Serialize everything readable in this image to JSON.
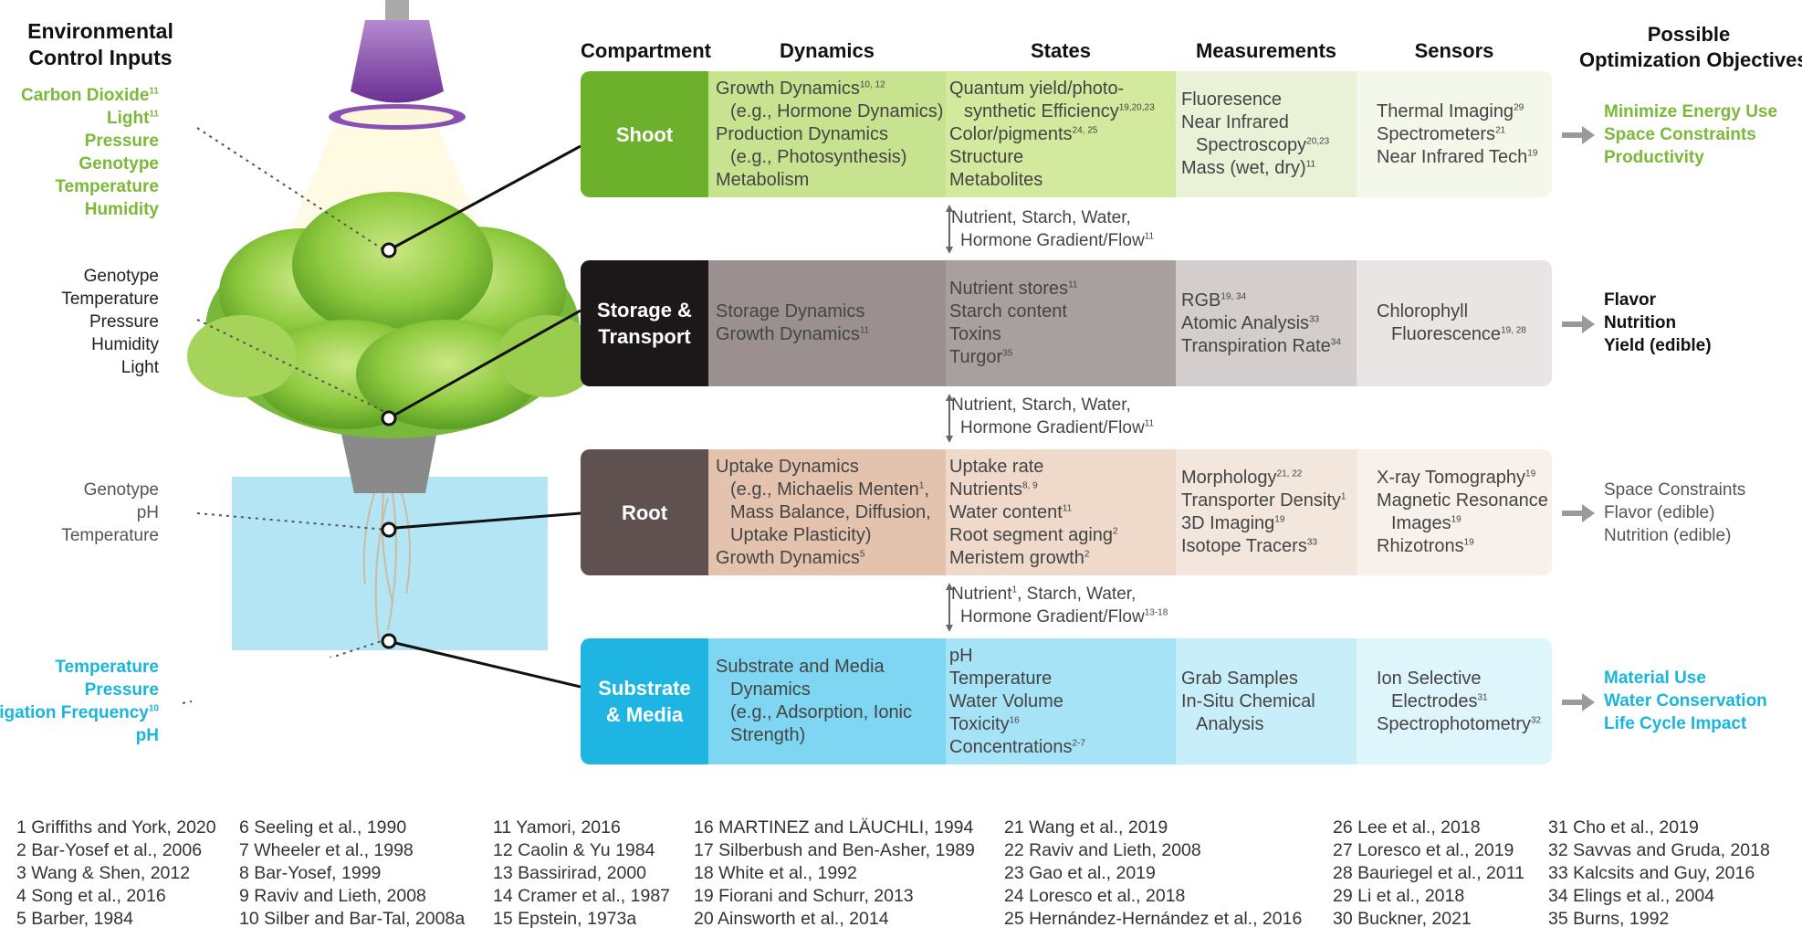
{
  "env": {
    "title": [
      "Environmental",
      "Control Inputs"
    ],
    "shoot_inputs": [
      {
        "t": "Carbon Dioxide",
        "s": "11"
      },
      {
        "t": "Light",
        "s": "11"
      },
      {
        "t": "Pressure",
        "s": ""
      },
      {
        "t": "Genotype",
        "s": ""
      },
      {
        "t": "Temperature",
        "s": ""
      },
      {
        "t": "Humidity",
        "s": ""
      }
    ],
    "storage_inputs": [
      "Genotype",
      "Temperature",
      "Pressure",
      "Humidity",
      "Light"
    ],
    "root_inputs": [
      "Genotype",
      "pH",
      "Temperature"
    ],
    "substrate_inputs": [
      {
        "t": "Temperature",
        "s": ""
      },
      {
        "t": "Pressure",
        "s": ""
      },
      {
        "t": "Irrigation Frequency",
        "s": "10"
      },
      {
        "t": "pH",
        "s": ""
      }
    ]
  },
  "headers": {
    "compartment": "Compartment",
    "dynamics": "Dynamics",
    "states": "States",
    "measurements": "Measurements",
    "sensors": "Sensors",
    "objectives": [
      "Possible",
      "Optimization Objectives"
    ]
  },
  "rows": {
    "shoot": {
      "name": [
        "Shoot"
      ],
      "dyn": [
        {
          "t": "Growth Dynamics",
          "s": "10, 12",
          "i": 0
        },
        {
          "t": "(e.g., Hormone Dynamics)",
          "s": "",
          "i": 1
        },
        {
          "t": "Production Dynamics",
          "s": "",
          "i": 0
        },
        {
          "t": "(e.g., Photosynthesis)",
          "s": "",
          "i": 1
        },
        {
          "t": "Metabolism",
          "s": "",
          "i": 0
        }
      ],
      "states": [
        {
          "t": "Quantum yield/photo-",
          "s": "",
          "i": 0
        },
        {
          "t": "synthetic Efficiency",
          "s": "19,20,23",
          "i": 1
        },
        {
          "t": "Color/pigments",
          "s": "24, 25",
          "i": 0
        },
        {
          "t": "Structure",
          "s": "",
          "i": 0
        },
        {
          "t": "Metabolites",
          "s": "",
          "i": 0
        }
      ],
      "meas": [
        {
          "t": "Fluoresence",
          "s": "",
          "i": 0
        },
        {
          "t": "Near Infrared",
          "s": "",
          "i": 0
        },
        {
          "t": "Spectroscopy",
          "s": "20,23",
          "i": 1
        },
        {
          "t": "Mass (wet, dry)",
          "s": "11",
          "i": 0
        }
      ],
      "sens": [
        {
          "t": "Thermal Imaging",
          "s": "29",
          "i": 0
        },
        {
          "t": "Spectrometers",
          "s": "21",
          "i": 0
        },
        {
          "t": "Near Infrared Tech",
          "s": "19",
          "i": 0
        }
      ],
      "obj": [
        "Minimize Energy Use",
        "Space Constraints",
        "Productivity"
      ]
    },
    "storage": {
      "name": [
        "Storage &",
        "Transport"
      ],
      "dyn": [
        {
          "t": "Storage Dynamics",
          "s": "",
          "i": 0
        },
        {
          "t": "Growth Dynamics",
          "s": "11",
          "i": 0
        }
      ],
      "states": [
        {
          "t": "Nutrient stores",
          "s": "11",
          "i": 0
        },
        {
          "t": "Starch content",
          "s": "",
          "i": 0
        },
        {
          "t": "Toxins",
          "s": "",
          "i": 0
        },
        {
          "t": "Turgor",
          "s": "35",
          "i": 0
        }
      ],
      "meas": [
        {
          "t": "RGB",
          "s": "19, 34",
          "i": 0
        },
        {
          "t": "Atomic Analysis",
          "s": "33",
          "i": 0
        },
        {
          "t": "Transpiration Rate",
          "s": "34",
          "i": 0
        }
      ],
      "sens": [
        {
          "t": "Chlorophyll",
          "s": "",
          "i": 0
        },
        {
          "t": "Fluorescence",
          "s": "19, 28",
          "i": 1
        }
      ],
      "obj": [
        "Flavor",
        "Nutrition",
        "Yield (edible)"
      ]
    },
    "root": {
      "name": [
        "Root"
      ],
      "dyn": [
        {
          "t": "Uptake Dynamics",
          "s": "",
          "i": 0
        },
        {
          "t": "(e.g., Michaelis Menten",
          "s": "1",
          "i": 1,
          "trail": ","
        },
        {
          "t": "Mass Balance, Diffusion,",
          "s": "",
          "i": 1
        },
        {
          "t": "Uptake Plasticity)",
          "s": "",
          "i": 1
        },
        {
          "t": "Growth Dynamics",
          "s": "5",
          "i": 0
        }
      ],
      "states": [
        {
          "t": "Uptake rate",
          "s": "",
          "i": 0
        },
        {
          "t": "Nutrients",
          "s": "8, 9",
          "i": 0
        },
        {
          "t": "Water content",
          "s": "11",
          "i": 0
        },
        {
          "t": "Root segment aging",
          "s": "2",
          "i": 0
        },
        {
          "t": "Meristem growth",
          "s": "2",
          "i": 0
        }
      ],
      "meas": [
        {
          "t": "Morphology",
          "s": "21, 22",
          "i": 0
        },
        {
          "t": "Transporter Density",
          "s": "1",
          "i": 0
        },
        {
          "t": "3D Imaging",
          "s": "19",
          "i": 0
        },
        {
          "t": "Isotope Tracers",
          "s": "33",
          "i": 0
        }
      ],
      "sens": [
        {
          "t": "X-ray Tomography",
          "s": "19",
          "i": 0
        },
        {
          "t": "Magnetic Resonance",
          "s": "",
          "i": 0
        },
        {
          "t": "Images",
          "s": "19",
          "i": 1
        },
        {
          "t": "Rhizotrons",
          "s": "19",
          "i": 0
        }
      ],
      "obj": [
        "Space Constraints",
        "Flavor (edible)",
        "Nutrition (edible)"
      ]
    },
    "substrate": {
      "name": [
        "Substrate",
        "& Media"
      ],
      "dyn": [
        {
          "t": "Substrate and Media",
          "s": "",
          "i": 0
        },
        {
          "t": "Dynamics",
          "s": "",
          "i": 1
        },
        {
          "t": "(e.g., Adsorption, Ionic",
          "s": "",
          "i": 1
        },
        {
          "t": "Strength)",
          "s": "",
          "i": 1
        }
      ],
      "states": [
        {
          "t": "pH",
          "s": "",
          "i": 0
        },
        {
          "t": "Temperature",
          "s": "",
          "i": 0
        },
        {
          "t": "Water Volume",
          "s": "",
          "i": 0
        },
        {
          "t": "Toxicity",
          "s": "16",
          "i": 0
        },
        {
          "t": "Concentrations",
          "s": "2-7",
          "i": 0
        }
      ],
      "meas": [
        {
          "t": "Grab Samples",
          "s": "",
          "i": 0
        },
        {
          "t": "In-Situ Chemical",
          "s": "",
          "i": 0
        },
        {
          "t": "Analysis",
          "s": "",
          "i": 1
        }
      ],
      "sens": [
        {
          "t": "Ion Selective",
          "s": "",
          "i": 0
        },
        {
          "t": "Electrodes",
          "s": "31",
          "i": 1
        },
        {
          "t": "Spectrophotometry",
          "s": "32",
          "i": 0
        }
      ],
      "obj": [
        "Material Use",
        "Water Conservation",
        "Life Cycle Impact"
      ]
    }
  },
  "flows": [
    {
      "l1": "Nutrient, Starch, Water,",
      "l2": "Hormone Gradient/Flow",
      "s2": "11"
    },
    {
      "l1": "Nutrient, Starch, Water,",
      "l2": "Hormone Gradient/Flow",
      "s2": "11"
    },
    {
      "l1a": "Nutrient",
      "s1": "1",
      "l1b": ", Starch, Water,",
      "l2": "Hormone Gradient/Flow",
      "s2": "13-18"
    }
  ],
  "references": [
    [
      "1 Griffiths and York, 2020",
      "2 Bar-Yosef et al., 2006",
      "3 Wang & Shen, 2012",
      "4 Song et al., 2016",
      "5 Barber, 1984"
    ],
    [
      "6 Seeling et al., 1990",
      "7 Wheeler et al., 1998",
      "8 Bar-Yosef, 1999",
      "9 Raviv and Lieth, 2008",
      "10 Silber and Bar-Tal, 2008a"
    ],
    [
      "11 Yamori, 2016",
      "12 Caolin & Yu 1984",
      "13 Bassirirad, 2000",
      "14 Cramer et al., 1987",
      "15 Epstein, 1973a"
    ],
    [
      "16 MARTINEZ and LÄUCHLI, 1994",
      "17 Silberbush and Ben-Asher, 1989",
      "18 White et al., 1992",
      "19 Fiorani and Schurr, 2013",
      "20 Ainsworth et al., 2014"
    ],
    [
      "21 Wang et al., 2019",
      "22  Raviv and Lieth, 2008",
      "23 Gao et al., 2019",
      "24 Loresco et al., 2018",
      "25 Hernández-Hernández et al., 2016"
    ],
    [
      "26 Lee et al., 2018",
      "27 Loresco et al., 2019",
      "28 Bauriegel et al., 2011",
      "29 Li et al., 2018",
      "30  Buckner, 2021"
    ],
    [
      "31 Cho et al., 2019",
      "32 Savvas and Gruda, 2018",
      "33 Kalcsits and Guy, 2016",
      "34 Elings et al., 2004",
      "35  Burns, 1992"
    ]
  ],
  "colors": {
    "shoot": [
      "#6cb02c",
      "#c8e390",
      "#d3e99e",
      "#e9f2d7",
      "#f3f8ea"
    ],
    "storage": [
      "#1c1819",
      "#9b9090",
      "#a8a09f",
      "#d3cecd",
      "#e8e5e4"
    ],
    "root": [
      "#5e5150",
      "#e3c3ad",
      "#eed9cb",
      "#f3e6dd",
      "#f8f0ea"
    ],
    "substrate": [
      "#1fb5e2",
      "#7fd6f2",
      "#a6e3f7",
      "#c8eefa",
      "#def5fc"
    ],
    "water": "#b3e5f5",
    "arrow": "#9a9a9a"
  }
}
